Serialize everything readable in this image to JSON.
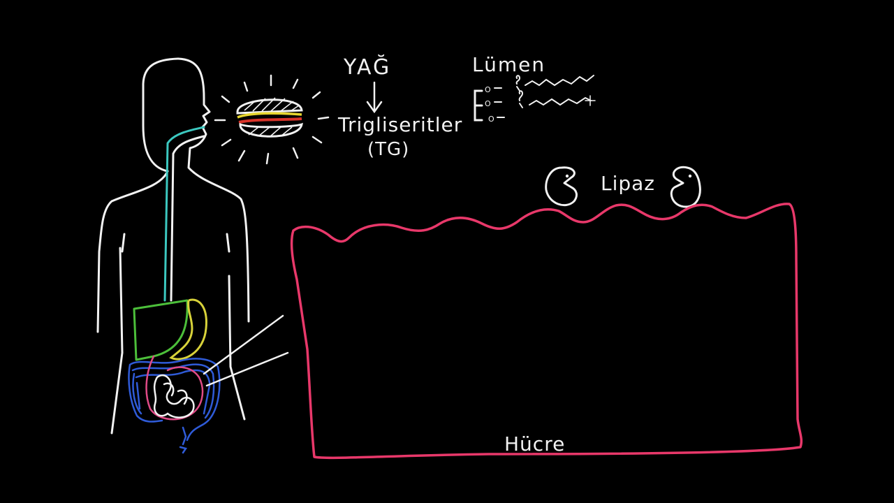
{
  "labels": {
    "fat": "YAĞ",
    "triglycerides": "Trigliseritler",
    "tg_abbrev": "(TG)",
    "lumen": "Lümen",
    "lipase": "Lipaz",
    "cell": "Hücre"
  },
  "colors": {
    "background": "#000000",
    "chalk_white": "#f2f2f2",
    "cell_membrane": "#e8386a",
    "esophagus": "#3cc8c0",
    "liver": "#4cbf3a",
    "stomach": "#d8d23a",
    "large_intestine": "#2f5bd8",
    "small_intestine": "#e04a86",
    "burger_yellow": "#e6d52e",
    "burger_red": "#d9342a"
  },
  "icons": [
    "person-outline-icon",
    "burger-icon",
    "lipase-enzyme-icon",
    "triglyceride-molecule-icon",
    "down-arrow-icon"
  ]
}
